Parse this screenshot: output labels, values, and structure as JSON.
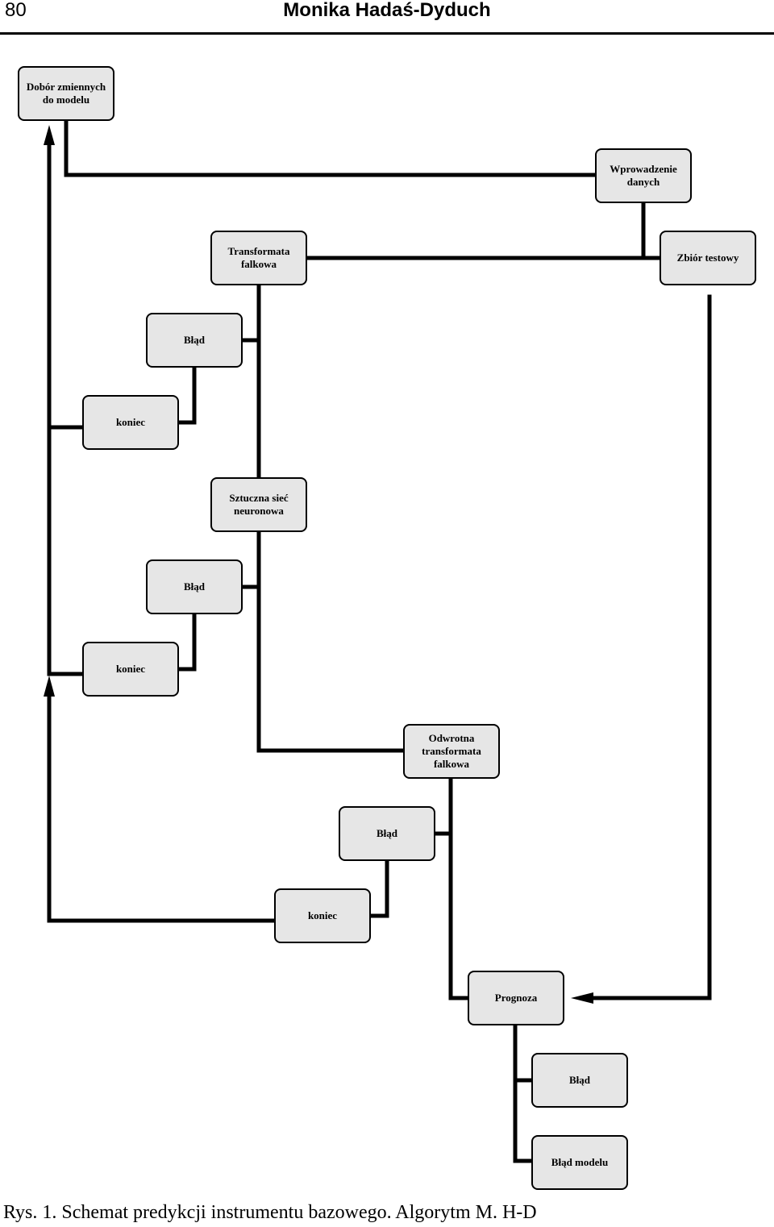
{
  "header": {
    "page_number": "80",
    "author": "Monika Hadaś-Dyduch"
  },
  "boxes": {
    "dobor": [
      "Dobór zmiennych",
      "do modelu"
    ],
    "wprowadzenie": [
      "Wprowadzenie",
      "danych"
    ],
    "transformata": [
      "Transformata",
      "falkowa"
    ],
    "zbior": [
      "Zbiór testowy"
    ],
    "blad1": [
      "Błąd"
    ],
    "koniec1": [
      "koniec"
    ],
    "siec": [
      "Sztuczna sieć",
      "neuronowa"
    ],
    "blad2": [
      "Błąd"
    ],
    "koniec2": [
      "koniec"
    ],
    "odwrotna": [
      "Odwrotna",
      "transformata",
      "falkowa"
    ],
    "blad3": [
      "Błąd"
    ],
    "koniec3": [
      "koniec"
    ],
    "prognoza": [
      "Prognoza"
    ],
    "blad4": [
      "Błąd"
    ],
    "blad_modelu": [
      "Błąd modelu"
    ]
  },
  "caption": "Rys. 1. Schemat predykcji instrumentu bazowego. Algorytm M. H-D"
}
